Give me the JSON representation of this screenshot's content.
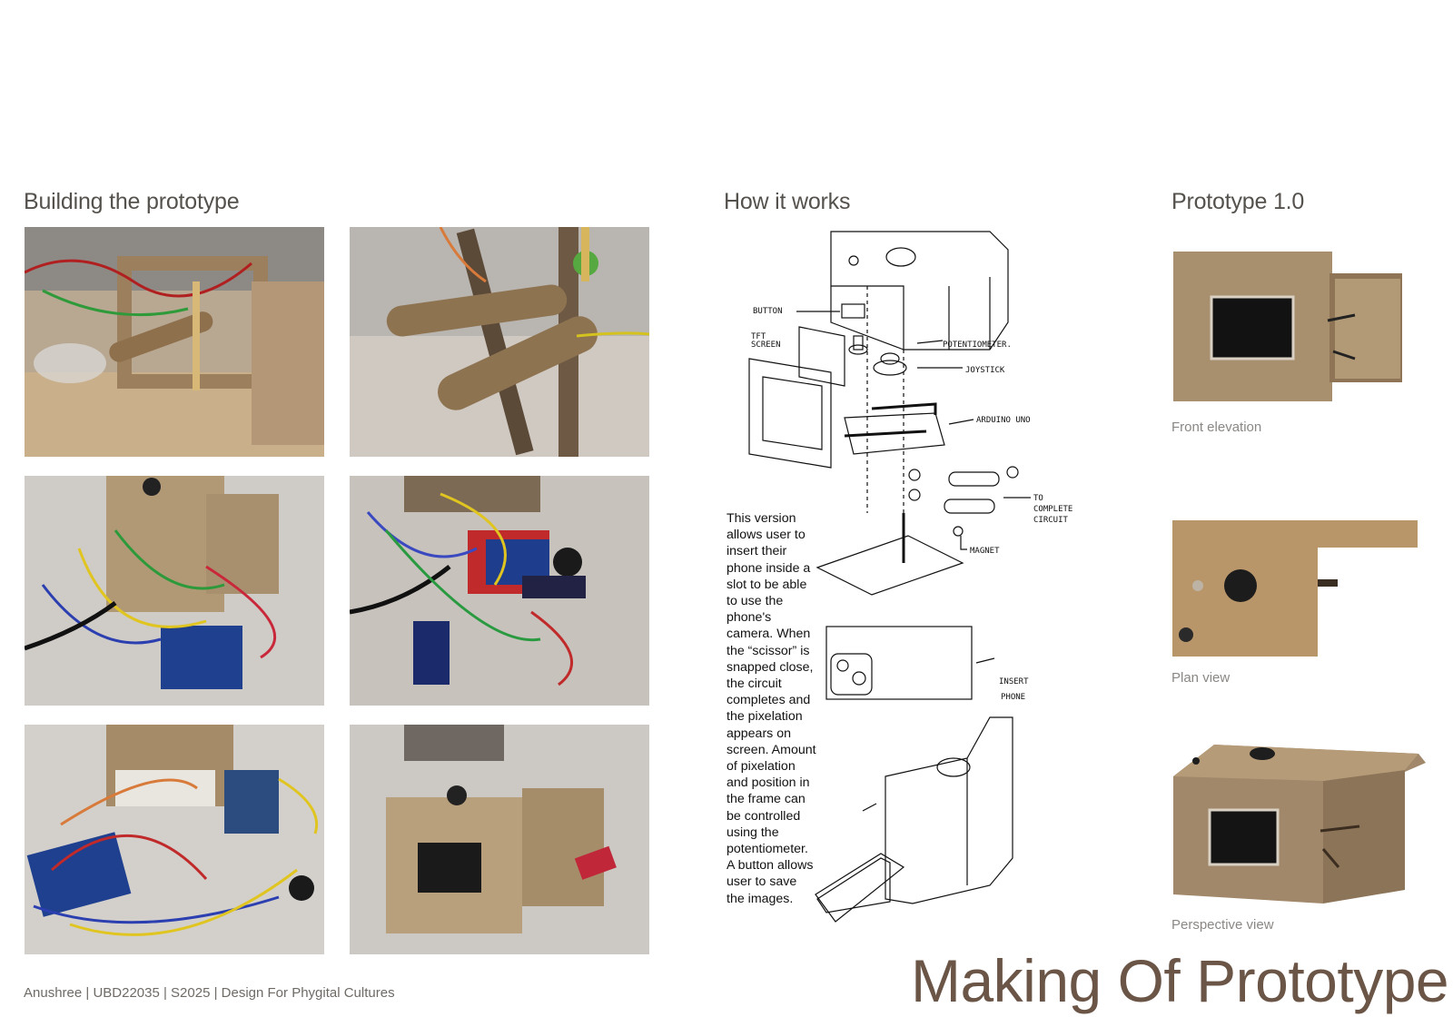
{
  "sections": {
    "building": "Building the prototype",
    "how": "How it works",
    "proto": "Prototype 1.0"
  },
  "description": "This version allows user to insert their phone inside a slot to be able to use the phone's camera. When the “scissor” is snapped close, the circuit completes and the pixelation appears on screen. Amount of pixelation and position in the frame can be controlled using the potentiometer. A button allows user to save the images.",
  "sketch_labels": {
    "button": "BUTTON",
    "tft": "TFT",
    "screen": "SCREEN",
    "potentiometer": "POTENTIOMETER.",
    "joystick": "JOYSTICK",
    "arduino": "ARDUINO UNO",
    "to": "TO",
    "complete": "COMPLETE",
    "circuit": "CIRCUIT",
    "magnet": "MAGNET",
    "insert": "INSERT",
    "phone": "PHONE"
  },
  "captions": {
    "front": "Front elevation",
    "plan": "Plan view",
    "perspective": "Perspective view"
  },
  "footer": "Anushree | UBD22035 | S2025 | Design For Phygital Cultures",
  "page_title": "Making Of Prototype"
}
